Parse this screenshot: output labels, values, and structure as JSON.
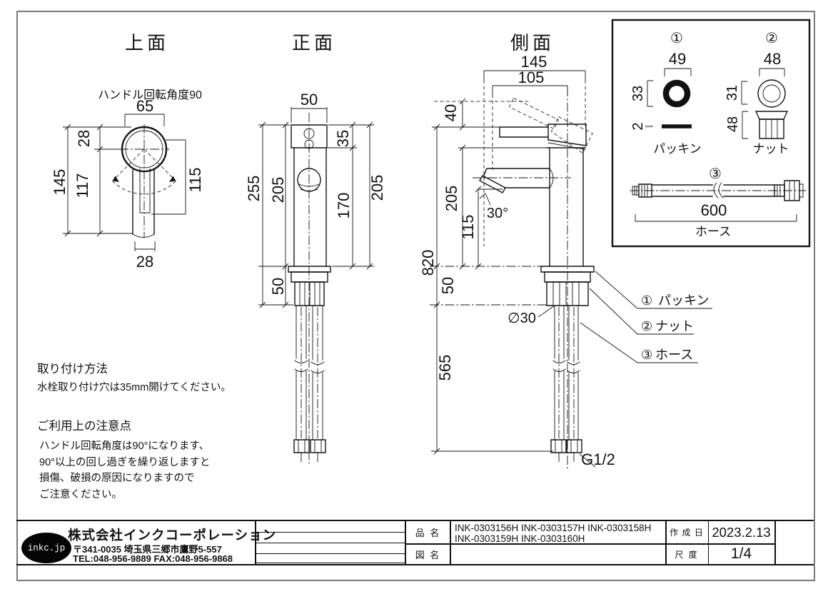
{
  "views": {
    "top": {
      "title": "上面",
      "note": "ハンドル回転角度90",
      "dim_width": "65",
      "dim_offset": "28",
      "dim_length": "145",
      "dim_spout_length": "117",
      "dim_handle_length": "115",
      "dim_spout_width": "28"
    },
    "front": {
      "title": "正面",
      "dim_width": "50",
      "dim_total_height": "255",
      "dim_height_left": "205",
      "dim_under_counter": "50",
      "dim_cap_height": "35",
      "dim_body_height": "170",
      "dim_height_right": "205"
    },
    "side": {
      "title": "側面",
      "dim_depth": "145",
      "dim_reach": "105",
      "dim_handle_rise": "40",
      "dim_height": "205",
      "dim_spout_height": "115",
      "dim_total_height": "820",
      "dim_under_counter": "50",
      "dim_hose_length": "565",
      "dim_angle": "30°",
      "dim_diameter": "∅30",
      "dim_thread": "G1/2",
      "callout_1_num": "①",
      "callout_1_label": "パッキン",
      "callout_2_num": "②",
      "callout_2_label": "ナット",
      "callout_3_num": "③",
      "callout_3_label": "ホース"
    }
  },
  "parts_box": {
    "packing": {
      "num": "①",
      "outer_dia": "49",
      "inner_dia": "33",
      "thickness": "2",
      "label": "パッキン"
    },
    "nut": {
      "num": "②",
      "outer_dia": "48",
      "inner_dia": "31",
      "height": "48",
      "label": "ナット"
    },
    "hose": {
      "num": "③",
      "length": "600",
      "label": "ホース"
    }
  },
  "notes": {
    "install_heading": "取り付け方法",
    "install_body": "水栓取り付け穴は35mm開けてください。",
    "caution_heading": "ご利用上の注意点",
    "caution_lines": [
      "ハンドル回転角度は90°になります、",
      "90°以上の回し過ぎを繰り返しますと",
      "損傷、破損の原因になりますので",
      "ご注意ください。"
    ]
  },
  "title_block": {
    "logo": "inkc.jp",
    "company": "株式会社インクコーポレーション",
    "address": "〒341-0035 埼玉県三郷市鷹野5-557",
    "tel_fax": "TEL:048-956-9889  FAX:048-956-9868",
    "part_name_label": "品 名",
    "part_numbers_line1": "INK-0303156H INK-0303157H INK-0303158H",
    "part_numbers_line2": "INK-0303159H INK-0303160H",
    "drawing_name_label": "図 名",
    "drawing_name": "",
    "date_label": "作 成 日",
    "date": "2023.2.13",
    "scale_label": "尺 度",
    "scale": "1/4"
  },
  "colors": {
    "background": "#ffffff",
    "line": "#141414",
    "frame": "#7a7a7a",
    "logo_bg": "#000000",
    "logo_text": "#ffffff"
  }
}
